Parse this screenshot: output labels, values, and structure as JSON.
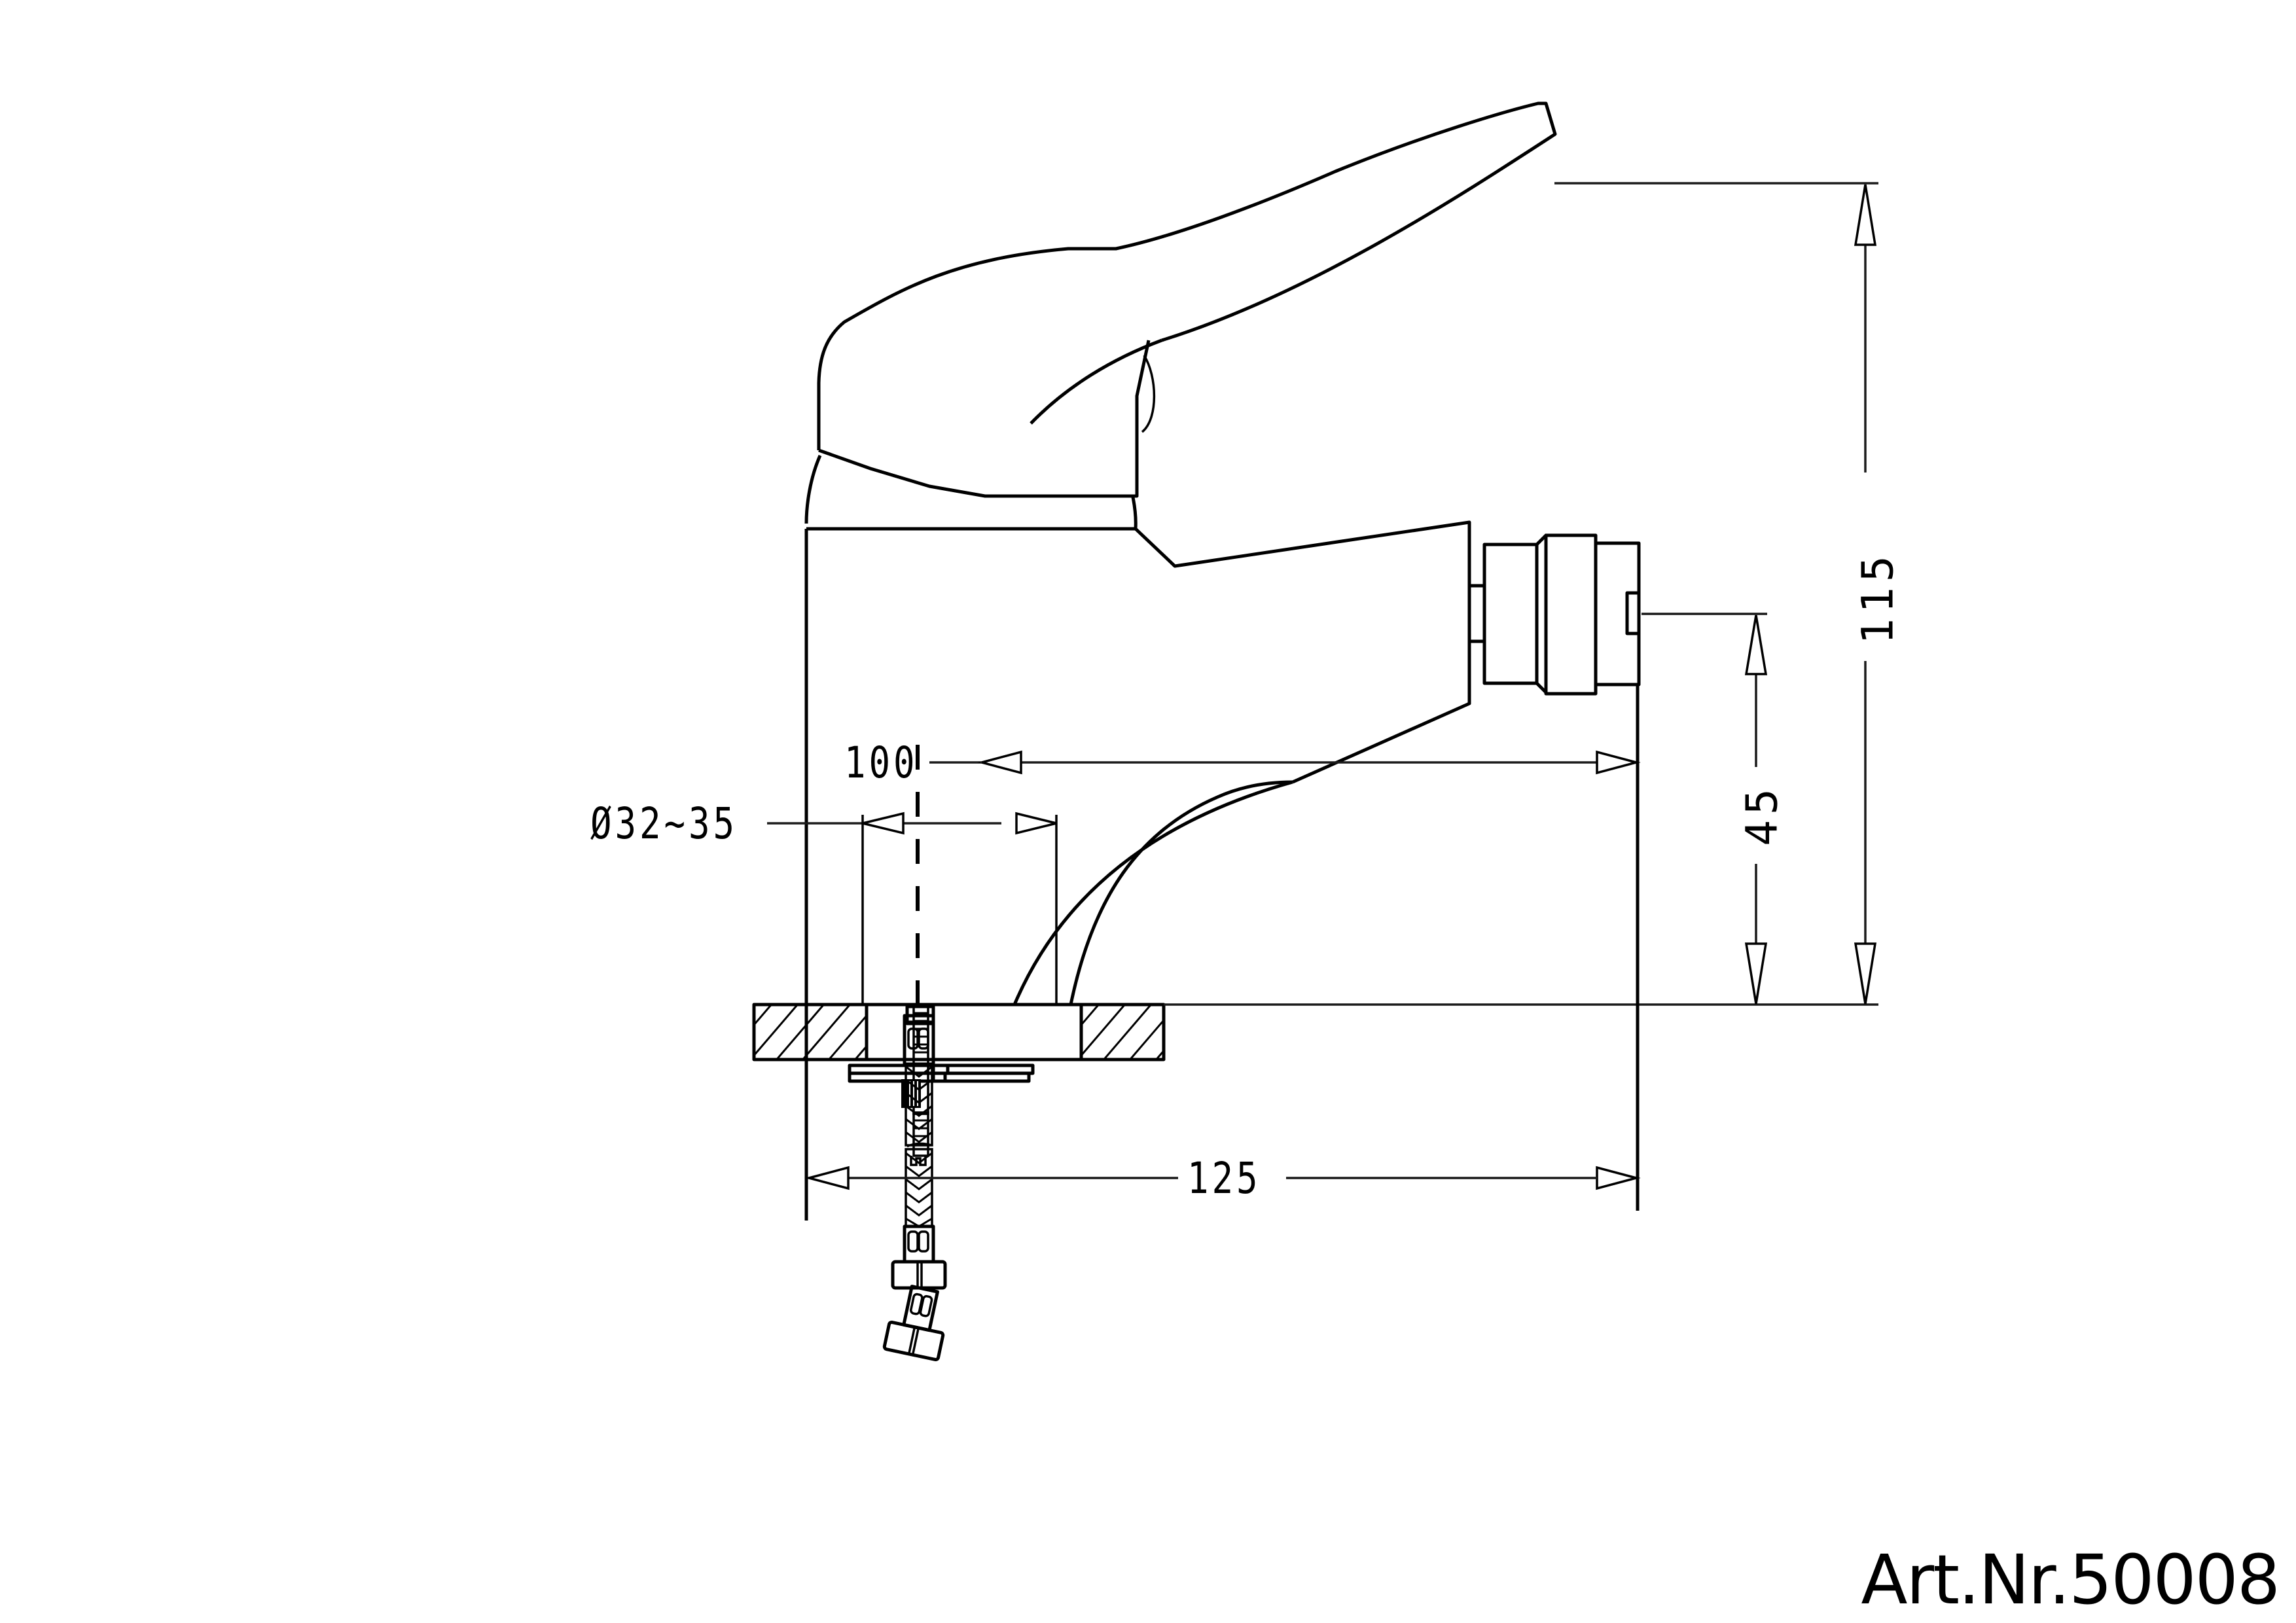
{
  "document": {
    "type": "technical-drawing",
    "subject": "Single-lever bidet mixer tap, side elevation with mounting set and flexible supply hose",
    "article_number": "Art.Nr.50008"
  },
  "dimensions": {
    "height_total": {
      "label": "115",
      "unit": "mm",
      "orientation": "vertical"
    },
    "outlet_height": {
      "label": "45",
      "unit": "mm",
      "orientation": "vertical"
    },
    "projection_to_centre": {
      "label": "100",
      "unit": "mm",
      "orientation": "horizontal"
    },
    "hole_diameter": {
      "label": "Ø32~35",
      "unit": "mm",
      "orientation": "horizontal"
    },
    "overall_depth": {
      "label": "125",
      "unit": "mm",
      "orientation": "horizontal"
    }
  },
  "components": [
    {
      "name": "lever-handle"
    },
    {
      "name": "mixer-body"
    },
    {
      "name": "aerator-nozzle"
    },
    {
      "name": "curved-base"
    },
    {
      "name": "countertop-section-hatched"
    },
    {
      "name": "mounting-bracket-and-threaded-rod"
    },
    {
      "name": "braided-flexible-hose"
    },
    {
      "name": "hose-nut-fittings"
    }
  ],
  "colors": {
    "line": "#000000",
    "background": "#ffffff"
  }
}
